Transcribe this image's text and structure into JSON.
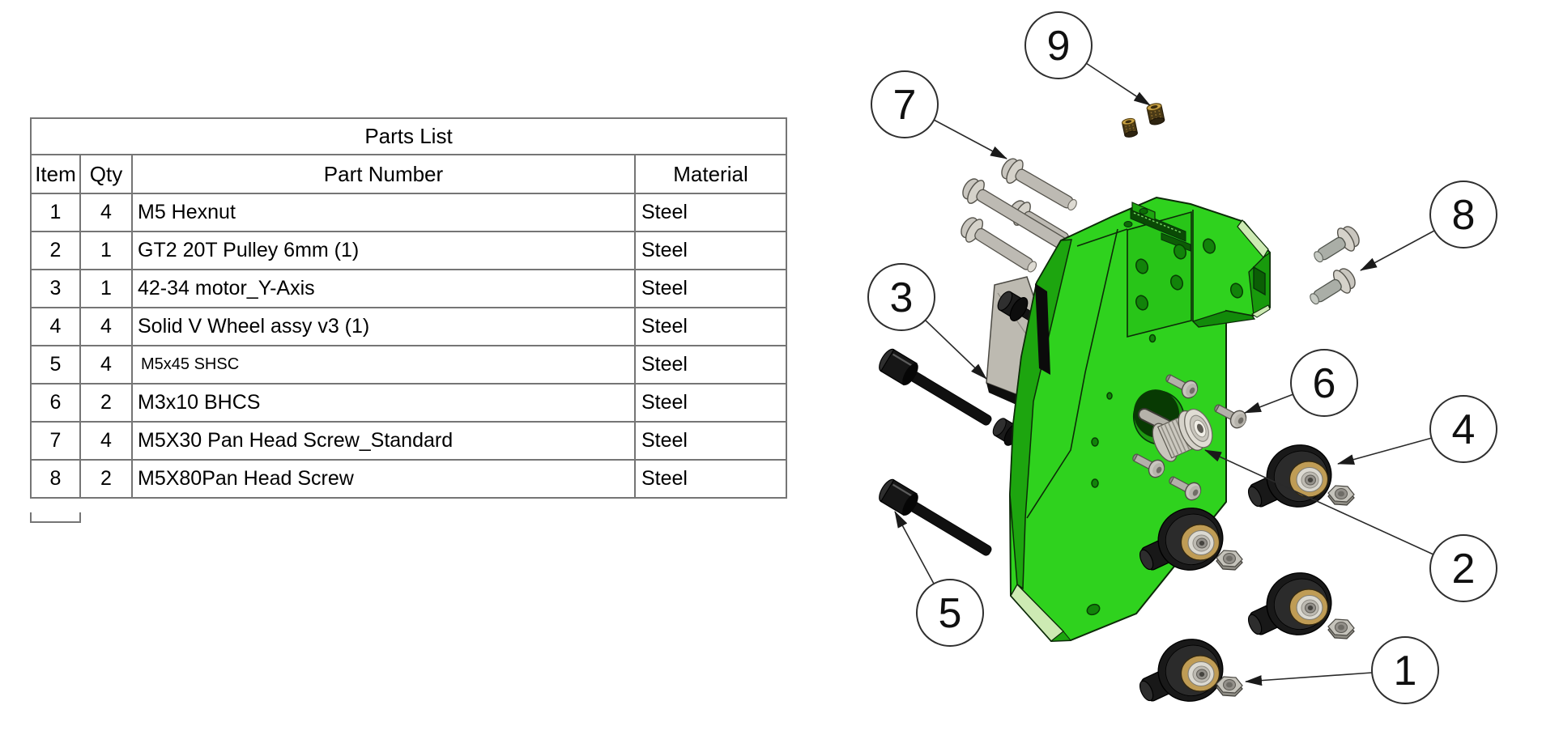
{
  "table": {
    "title": "Parts List",
    "columns": [
      "Item",
      "Qty",
      "Part Number",
      "Material"
    ],
    "rows": [
      {
        "item": "1",
        "qty": "4",
        "part": "M5 Hexnut",
        "material": "Steel",
        "small_text": false
      },
      {
        "item": "2",
        "qty": "1",
        "part": "GT2 20T Pulley 6mm (1)",
        "material": "Steel",
        "small_text": false
      },
      {
        "item": "3",
        "qty": "1",
        "part": "42-34 motor_Y-Axis",
        "material": "Steel",
        "small_text": false
      },
      {
        "item": "4",
        "qty": "4",
        "part": "Solid V Wheel assy v3 (1)",
        "material": "Steel",
        "small_text": false
      },
      {
        "item": "5",
        "qty": "4",
        "part": "M5x45 SHSC",
        "material": "Steel",
        "small_text": true
      },
      {
        "item": "6",
        "qty": "2",
        "part": "M3x10 BHCS",
        "material": "Steel",
        "small_text": false
      },
      {
        "item": "7",
        "qty": "4",
        "part": "M5X30 Pan Head Screw_Standard",
        "material": "Steel",
        "small_text": false
      },
      {
        "item": "8",
        "qty": "2",
        "part": "M5X80Pan Head Screw",
        "material": "Steel",
        "small_text": false
      }
    ]
  },
  "diagram": {
    "balloons": [
      {
        "label": "1",
        "points_to": "m5-hexnut"
      },
      {
        "label": "2",
        "points_to": "gt2-20t-pulley"
      },
      {
        "label": "3",
        "points_to": "42-34-motor-y-axis"
      },
      {
        "label": "4",
        "points_to": "solid-v-wheel-assy"
      },
      {
        "label": "5",
        "points_to": "m5x45-shsc-screw"
      },
      {
        "label": "6",
        "points_to": "m3x10-bhcs-screw"
      },
      {
        "label": "7",
        "points_to": "m5x30-pan-head-screw"
      },
      {
        "label": "8",
        "points_to": "m5x80-pan-head-screw"
      },
      {
        "label": "9",
        "points_to": "threaded-insert"
      }
    ],
    "colors": {
      "plate_green": "#2fd21e",
      "plate_green_side": "#1da50f",
      "plate_green_pocket": "#28c518",
      "plate_chamfer_light": "#cdeab3",
      "hardware_gray": "#c9c6bf",
      "screw_black": "#141414",
      "bearing_brass": "#bf9c55",
      "insert_brass": "#c9a244",
      "balloon_stroke": "#2f2f2f"
    }
  }
}
